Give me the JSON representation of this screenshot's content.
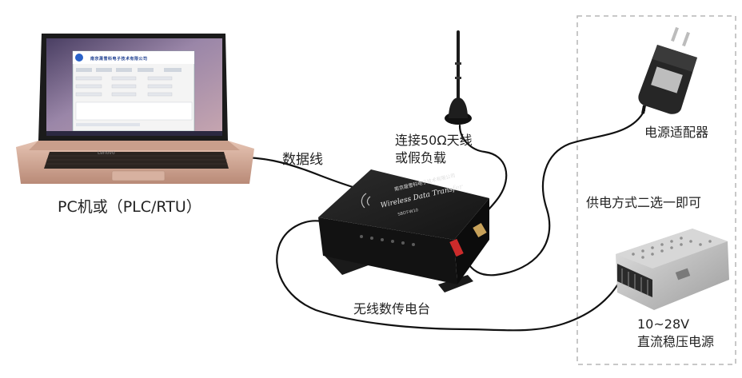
{
  "labels": {
    "pc": "PC机或（PLC/RTU）",
    "cable": "数据线",
    "antenna_line1": "连接50Ω天线",
    "antenna_line2": "或假负载",
    "adapter": "电源适配器",
    "either": "供电方式二选一即可",
    "radio": "无线数传电台",
    "psu_line1": "10~28V",
    "psu_line2": "直流稳压电源"
  },
  "laptop": {
    "screen_title": "南京晟雪科电子技术有限公司",
    "brand": "Lenovo"
  },
  "device": {
    "company": "南京晟雪科电子技术有限公司",
    "product_name": "Wireless Data Transfer",
    "model": "SBDT-W10"
  },
  "colors": {
    "cable": "#111111",
    "device_body": "#1b1b1b",
    "laptop_body": "#d9b4a3",
    "dashed_border": "#b5b5b5",
    "adapter": "#2a2a2a",
    "psu": "#c9c9c9"
  }
}
